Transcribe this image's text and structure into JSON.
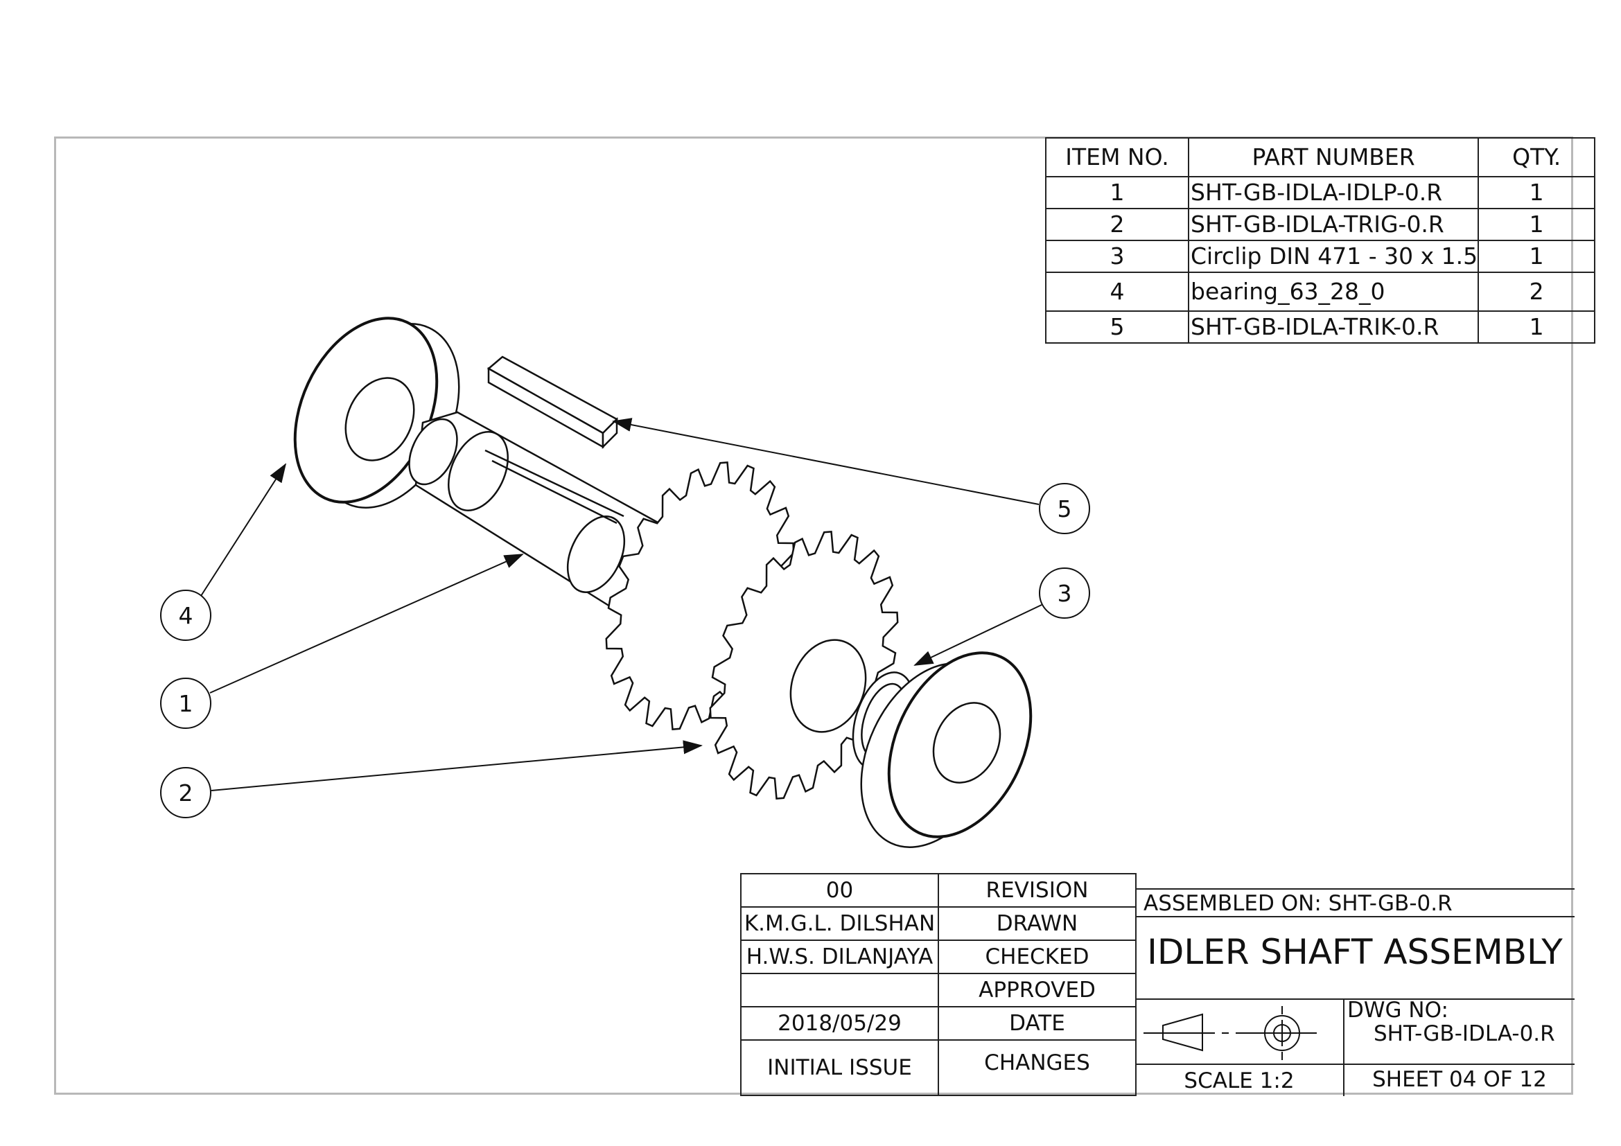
{
  "bom": {
    "headers": {
      "item": "ITEM NO.",
      "part": "PART NUMBER",
      "qty": "QTY."
    },
    "rows": [
      {
        "item": "1",
        "part": "SHT-GB-IDLA-IDLP-0.R",
        "qty": "1"
      },
      {
        "item": "2",
        "part": "SHT-GB-IDLA-TRIG-0.R",
        "qty": "1"
      },
      {
        "item": "3",
        "part": "Circlip DIN 471 - 30 x 1.5",
        "qty": "1"
      },
      {
        "item": "4",
        "part": "bearing_63_28_0",
        "qty": "2"
      },
      {
        "item": "5",
        "part": "SHT-GB-IDLA-TRIK-0.R",
        "qty": "1"
      }
    ]
  },
  "balloons": [
    "1",
    "2",
    "3",
    "4",
    "5"
  ],
  "revision_block": {
    "revision": {
      "value": "00",
      "label": "REVISION"
    },
    "drawn": {
      "value": "K.M.G.L. DILSHAN",
      "label": "DRAWN"
    },
    "checked": {
      "value": "H.W.S. DILANJAYA",
      "label": "CHECKED"
    },
    "approved": {
      "value": "",
      "label": "APPROVED"
    },
    "date": {
      "value": "2018/05/29",
      "label": "DATE"
    },
    "changes": {
      "value": "INITIAL ISSUE",
      "label": "CHANGES"
    }
  },
  "title_block": {
    "assembled_on": "ASSEMBLED ON: SHT-GB-0.R",
    "title": "IDLER SHAFT ASSEMBLY",
    "dwg_no_label": "DWG NO:",
    "dwg_no": "SHT-GB-IDLA-0.R",
    "scale": "SCALE 1:2",
    "sheet": "SHEET 04 OF 12"
  }
}
